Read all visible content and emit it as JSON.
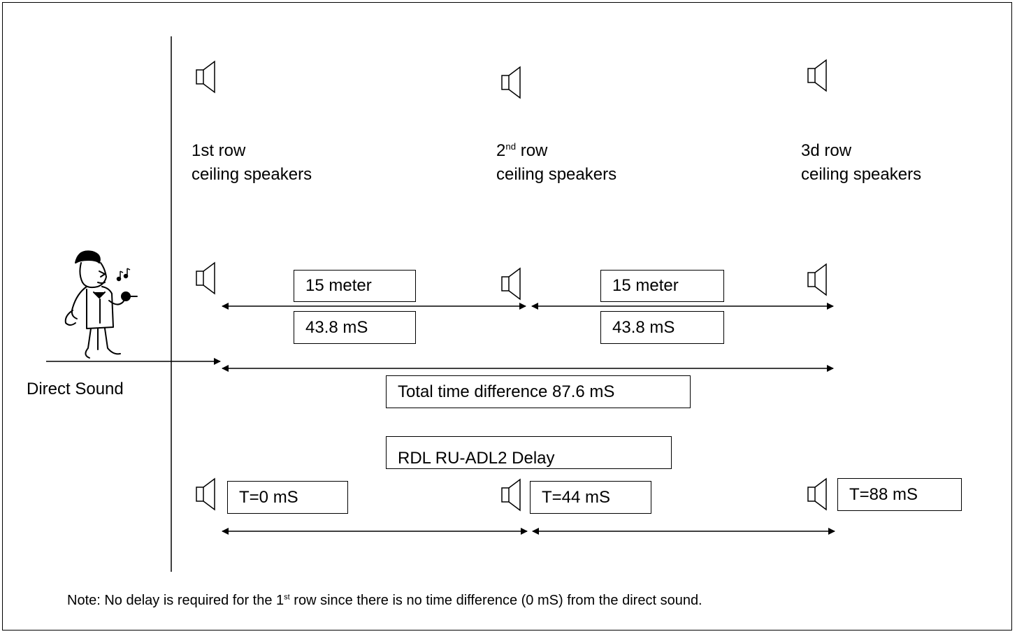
{
  "speaker_rows": [
    {
      "label_main": "1st row",
      "label_sup": "",
      "label_line2": "ceiling speakers"
    },
    {
      "label_main": "2",
      "label_sup": "nd",
      "label_suffix": " row",
      "label_line2": "ceiling speakers"
    },
    {
      "label_main": "3d row",
      "label_sup": "",
      "label_line2": "ceiling speakers"
    }
  ],
  "direct_sound": "Direct Sound",
  "distance_boxes": [
    {
      "distance": "15 meter",
      "time": "43.8 mS"
    },
    {
      "distance": "15 meter",
      "time": "43.8 mS"
    }
  ],
  "total_time": "Total time difference 87.6 mS",
  "delay_title": "RDL RU-ADL2 Delay",
  "delay_values": [
    "T=0 mS",
    "T=44 mS",
    "T=88 mS"
  ],
  "note": {
    "prefix": "Note:  No delay is required for the 1",
    "sup": "st",
    "suffix": " row since there is no time difference (0 mS) from the direct sound."
  },
  "icons": {
    "speaker": "speaker-icon",
    "singer": "singer-figure-icon",
    "music": "music-notes-icon"
  }
}
